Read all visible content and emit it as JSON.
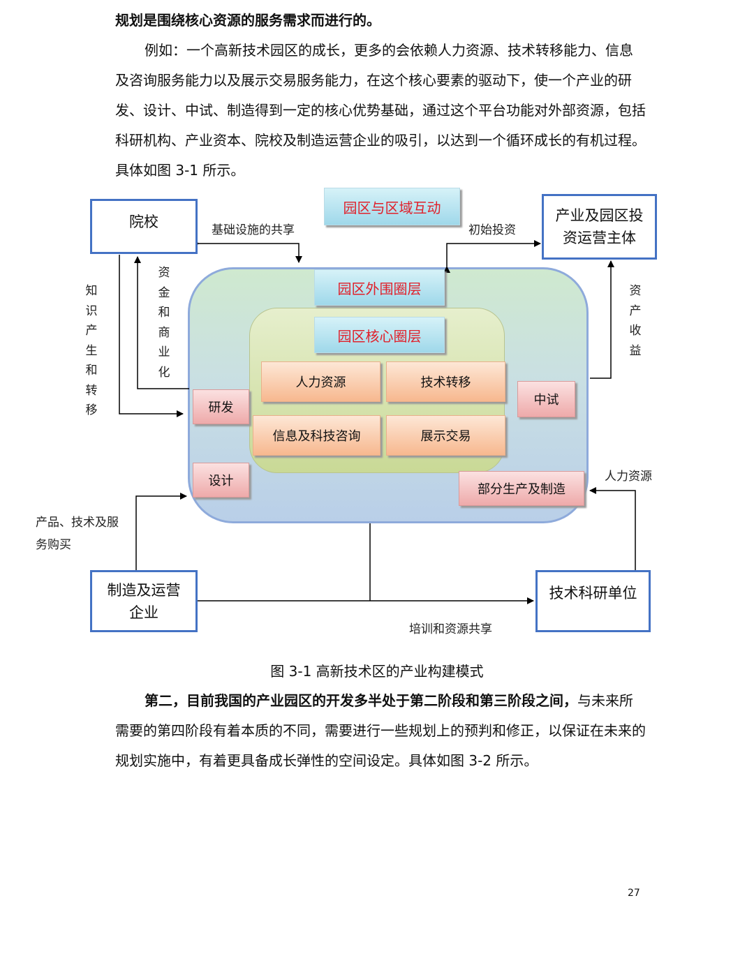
{
  "paragraphs": {
    "p1": "规划是围绕核心资源的服务需求而进行的。",
    "p2": "例如：一个高新技术园区的成长，更多的会依赖人力资源、技术转移能力、信息及咨询服务能力以及展示交易服务能力，在这个核心要素的驱动下，使一个产业的研发、设计、中试、制造得到一定的核心优势基础，通过这个平台功能对外部资源，包括科研机构、产业资本、院校及制造运营企业的吸引，以达到一个循环成长的有机过程。具体如图 3-1 所示。",
    "p3_bold": "第二，目前我国的产业园区的开发多半处于第二阶段和第三阶段之间，",
    "p3_rest": "与未来所需要的第四阶段有着本质的不同，需要进行一些规划上的预判和修正，以保证在未来的规划实施中，有着更具备成长弹性的空间设定。具体如图 3-2 所示。"
  },
  "diagram": {
    "top_title": "园区与区域互动",
    "outer_layer": "园区外围圈层",
    "core_layer": "园区核心圈层",
    "core_items": [
      "人力资源",
      "技术转移",
      "信息及科技咨询",
      "展示交易"
    ],
    "side_items": {
      "rd": "研发",
      "design": "设计",
      "pilot": "中试",
      "production": "部分生产及制造"
    },
    "boxes": {
      "school": "院校",
      "investor": "产业及园区投资运营主体",
      "manufacturer": "制造及运营企业",
      "research": "技术科研单位"
    },
    "labels": {
      "infra": "基础设施的共享",
      "initial_invest": "初始投资",
      "knowledge": "知识产生和转移",
      "capital": "资金和商业化",
      "asset": "资产收益",
      "hr": "人力资源",
      "purchase": "产品、技术及服务购买",
      "training": "培训和资源共享"
    },
    "colors": {
      "box_border": "#4472c4",
      "tag_text": "#e0202a"
    }
  },
  "caption": "图 3-1  高新技术区的产业构建模式",
  "page_number": "27"
}
